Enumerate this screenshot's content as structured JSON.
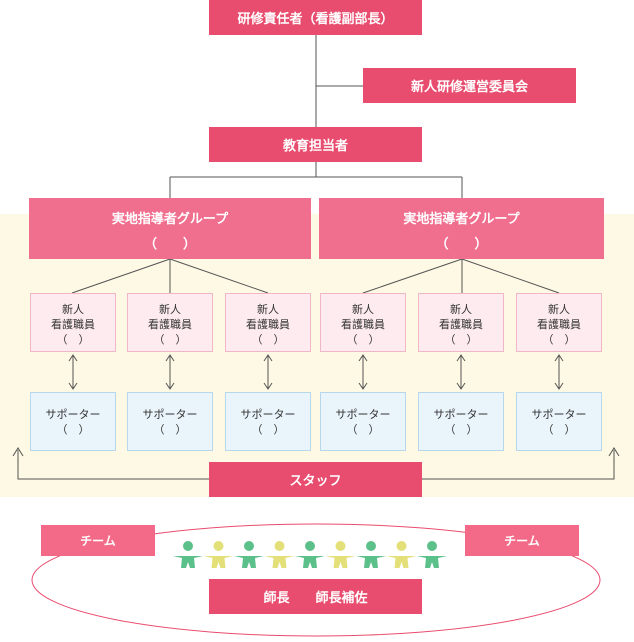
{
  "top": {
    "chief": "研修責任者（看護副部長）",
    "committee": "新人研修運営委員会",
    "educator": "教育担当者"
  },
  "groups": [
    {
      "title": "実地指導者グループ",
      "paren": "（　　）"
    },
    {
      "title": "実地指導者グループ",
      "paren": "（　　）"
    }
  ],
  "members": [
    {
      "line1": "新人",
      "line2": "看護職員",
      "paren": "（　）"
    },
    {
      "line1": "新人",
      "line2": "看護職員",
      "paren": "（　）"
    },
    {
      "line1": "新人",
      "line2": "看護職員",
      "paren": "（　）"
    },
    {
      "line1": "新人",
      "line2": "看護職員",
      "paren": "（　）"
    },
    {
      "line1": "新人",
      "line2": "看護職員",
      "paren": "（　）"
    },
    {
      "line1": "新人",
      "line2": "看護職員",
      "paren": "（　）"
    }
  ],
  "supporters": [
    {
      "label": "サポーター",
      "paren": "（　）"
    },
    {
      "label": "サポーター",
      "paren": "（　）"
    },
    {
      "label": "サポーター",
      "paren": "（　）"
    },
    {
      "label": "サポーター",
      "paren": "（　）"
    },
    {
      "label": "サポーター",
      "paren": "（　）"
    },
    {
      "label": "サポーター",
      "paren": "（　）"
    }
  ],
  "staff": "スタッフ",
  "team_left": "チーム",
  "team_right": "チーム",
  "managers": "師長　　師長補佐",
  "colors": {
    "primary": "#e84c6e",
    "group": "#f06e8e",
    "people_green": "#5cc08a",
    "people_yellow": "#e3e07a"
  }
}
